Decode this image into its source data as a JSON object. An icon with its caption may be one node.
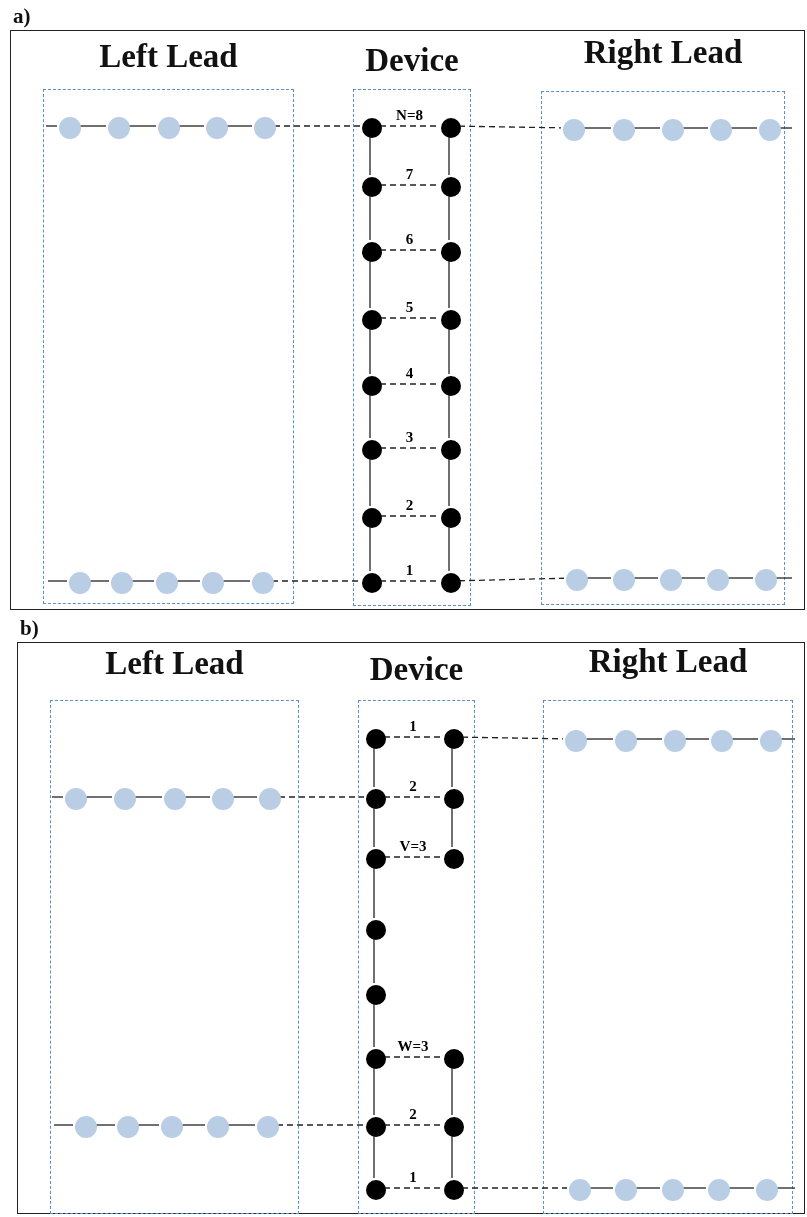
{
  "diagram": {
    "nodes": [
      {
        "text": [
          "a)"
        ]
      },
      {
        "text": [
          "Left Lead"
        ],
        "in": 0
      },
      {
        "text": [
          "Device"
        ],
        "in": 0
      },
      {
        "text": [
          "Right Lead"
        ],
        "in": 0
      },
      {
        "text": [],
        "shape": "circle",
        "in": 1
      },
      {
        "text": [],
        "shape": "circle",
        "in": 1
      },
      {
        "text": [],
        "shape": "circle",
        "in": 1
      },
      {
        "text": [],
        "shape": "circle",
        "in": 1
      },
      {
        "text": [],
        "shape": "circle",
        "in": 1
      },
      {
        "text": [],
        "shape": "circle",
        "in": 1
      },
      {
        "text": [],
        "shape": "circle",
        "in": 1
      },
      {
        "text": [],
        "shape": "circle",
        "in": 1
      },
      {
        "text": [],
        "shape": "circle",
        "in": 1
      },
      {
        "text": [],
        "shape": "circle",
        "in": 1
      },
      {
        "text": [],
        "shape": "circle",
        "in": 2
      },
      {
        "text": [],
        "shape": "circle",
        "in": 2
      },
      {
        "text": [],
        "shape": "circle",
        "in": 2
      },
      {
        "text": [],
        "shape": "circle",
        "in": 2
      },
      {
        "text": [],
        "shape": "circle",
        "in": 2
      },
      {
        "text": [],
        "shape": "circle",
        "in": 2
      },
      {
        "text": [],
        "shape": "circle",
        "in": 2
      },
      {
        "text": [],
        "shape": "circle",
        "in": 2
      },
      {
        "text": [],
        "shape": "circle",
        "in": 2
      },
      {
        "text": [],
        "shape": "circle",
        "in": 2
      },
      {
        "text": [],
        "shape": "circle",
        "in": 2
      },
      {
        "text": [],
        "shape": "circle",
        "in": 2
      },
      {
        "text": [],
        "shape": "circle",
        "in": 2
      },
      {
        "text": [],
        "shape": "circle",
        "in": 2
      },
      {
        "text": [],
        "shape": "circle",
        "in": 2
      },
      {
        "text": [],
        "shape": "circle",
        "in": 2
      },
      {
        "text": [],
        "shape": "circle",
        "in": 3
      },
      {
        "text": [],
        "shape": "circle",
        "in": 3
      },
      {
        "text": [],
        "shape": "circle",
        "in": 3
      },
      {
        "text": [],
        "shape": "circle",
        "in": 3
      },
      {
        "text": [],
        "shape": "circle",
        "in": 3
      },
      {
        "text": [],
        "shape": "circle",
        "in": 3
      },
      {
        "text": [],
        "shape": "circle",
        "in": 3
      },
      {
        "text": [],
        "shape": "circle",
        "in": 3
      },
      {
        "text": [],
        "shape": "circle",
        "in": 3
      },
      {
        "text": [],
        "shape": "circle",
        "in": 3
      },
      {
        "text": [
          "b)"
        ]
      },
      {
        "text": [
          "Left Lead"
        ],
        "in": 40
      },
      {
        "text": [
          "Device"
        ],
        "in": 40
      },
      {
        "text": [
          "Right Lead"
        ],
        "in": 40
      },
      {
        "text": [],
        "shape": "circle",
        "in": 41
      },
      {
        "text": [],
        "shape": "circle",
        "in": 41
      },
      {
        "text": [],
        "shape": "circle",
        "in": 41
      },
      {
        "text": [],
        "shape": "circle",
        "in": 41
      },
      {
        "text": [],
        "shape": "circle",
        "in": 41
      },
      {
        "text": [],
        "shape": "circle",
        "in": 41
      },
      {
        "text": [],
        "shape": "circle",
        "in": 41
      },
      {
        "text": [],
        "shape": "circle",
        "in": 41
      },
      {
        "text": [],
        "shape": "circle",
        "in": 41
      },
      {
        "text": [],
        "shape": "circle",
        "in": 41
      },
      {
        "text": [],
        "shape": "circle",
        "in": 42
      },
      {
        "text": [],
        "shape": "circle",
        "in": 42
      },
      {
        "text": [],
        "shape": "circle",
        "in": 42
      },
      {
        "text": [],
        "shape": "circle",
        "in": 42
      },
      {
        "text": [],
        "shape": "circle",
        "in": 42
      },
      {
        "text": [],
        "shape": "circle",
        "in": 42
      },
      {
        "text": [],
        "shape": "circle",
        "in": 42
      },
      {
        "text": [],
        "shape": "circle",
        "in": 42
      },
      {
        "text": [],
        "shape": "circle",
        "in": 42
      },
      {
        "text": [],
        "shape": "circle",
        "in": 42
      },
      {
        "text": [],
        "shape": "circle",
        "in": 42
      },
      {
        "text": [],
        "shape": "circle",
        "in": 42
      },
      {
        "text": [],
        "shape": "circle",
        "in": 42
      },
      {
        "text": [],
        "shape": "circle",
        "in": 42
      },
      {
        "text": [],
        "shape": "circle",
        "in": 43
      },
      {
        "text": [],
        "shape": "circle",
        "in": 43
      },
      {
        "text": [],
        "shape": "circle",
        "in": 43
      },
      {
        "text": [],
        "shape": "circle",
        "in": 43
      },
      {
        "text": [],
        "shape": "circle",
        "in": 43
      },
      {
        "text": [],
        "shape": "circle",
        "in": 43
      },
      {
        "text": [],
        "shape": "circle",
        "in": 43
      },
      {
        "text": [],
        "shape": "circle",
        "in": 43
      },
      {
        "text": [],
        "shape": "circle",
        "in": 43
      },
      {
        "text": [],
        "shape": "circle",
        "in": 43
      }
    ],
    "edges": [
      {
        "from": null,
        "to": 4,
        "arrow": "none"
      },
      {
        "from": 4,
        "to": 5,
        "arrow": "none"
      },
      {
        "from": 5,
        "to": 6,
        "arrow": "none"
      },
      {
        "from": 6,
        "to": 7,
        "arrow": "none"
      },
      {
        "from": 7,
        "to": 8,
        "arrow": "none"
      },
      {
        "from": 8,
        "to": 14,
        "arrow": "none",
        "style": "dashed"
      },
      {
        "from": 14,
        "to": 15,
        "arrow": "none",
        "style": "dashed",
        "label": "N=8"
      },
      {
        "from": 16,
        "to": 17,
        "arrow": "none",
        "style": "dashed",
        "label": "7"
      },
      {
        "from": 18,
        "to": 19,
        "arrow": "none",
        "style": "dashed",
        "label": "6"
      },
      {
        "from": 20,
        "to": 21,
        "arrow": "none",
        "style": "dashed",
        "label": "5"
      },
      {
        "from": 22,
        "to": 23,
        "arrow": "none",
        "style": "dashed",
        "label": "4"
      },
      {
        "from": 24,
        "to": 25,
        "arrow": "none",
        "style": "dashed",
        "label": "3"
      },
      {
        "from": 26,
        "to": 27,
        "arrow": "none",
        "style": "dashed",
        "label": "2"
      },
      {
        "from": 28,
        "to": 29,
        "arrow": "none",
        "style": "dashed",
        "label": "1"
      },
      {
        "from": 14,
        "to": 16,
        "arrow": "none"
      },
      {
        "from": 16,
        "to": 18,
        "arrow": "none"
      },
      {
        "from": 18,
        "to": 20,
        "arrow": "none"
      },
      {
        "from": 20,
        "to": 22,
        "arrow": "none"
      },
      {
        "from": 22,
        "to": 24,
        "arrow": "none"
      },
      {
        "from": 24,
        "to": 26,
        "arrow": "none"
      },
      {
        "from": 26,
        "to": 28,
        "arrow": "none"
      },
      {
        "from": 15,
        "to": 17,
        "arrow": "none"
      },
      {
        "from": 17,
        "to": 19,
        "arrow": "none"
      },
      {
        "from": 19,
        "to": 21,
        "arrow": "none"
      },
      {
        "from": 21,
        "to": 23,
        "arrow": "none"
      },
      {
        "from": 23,
        "to": 25,
        "arrow": "none"
      },
      {
        "from": 25,
        "to": 27,
        "arrow": "none"
      },
      {
        "from": 27,
        "to": 29,
        "arrow": "none"
      },
      {
        "from": 15,
        "to": 30,
        "arrow": "none",
        "style": "dashed"
      },
      {
        "from": 30,
        "to": 31,
        "arrow": "none"
      },
      {
        "from": 31,
        "to": 32,
        "arrow": "none"
      },
      {
        "from": 32,
        "to": 33,
        "arrow": "none"
      },
      {
        "from": 33,
        "to": 34,
        "arrow": "none"
      },
      {
        "from": 34,
        "to": null,
        "arrow": "none"
      },
      {
        "from": null,
        "to": 9,
        "arrow": "none"
      },
      {
        "from": 9,
        "to": 10,
        "arrow": "none"
      },
      {
        "from": 10,
        "to": 11,
        "arrow": "none"
      },
      {
        "from": 11,
        "to": 12,
        "arrow": "none"
      },
      {
        "from": 12,
        "to": 13,
        "arrow": "none"
      },
      {
        "from": 13,
        "to": 28,
        "arrow": "none",
        "style": "dashed"
      },
      {
        "from": 29,
        "to": 35,
        "arrow": "none",
        "style": "dashed"
      },
      {
        "from": 35,
        "to": 36,
        "arrow": "none"
      },
      {
        "from": 36,
        "to": 37,
        "arrow": "none"
      },
      {
        "from": 37,
        "to": 38,
        "arrow": "none"
      },
      {
        "from": 38,
        "to": 39,
        "arrow": "none"
      },
      {
        "from": 39,
        "to": null,
        "arrow": "none"
      },
      {
        "from": 54,
        "to": 56,
        "arrow": "none"
      },
      {
        "from": 56,
        "to": 58,
        "arrow": "none"
      },
      {
        "from": 58,
        "to": 60,
        "arrow": "none"
      },
      {
        "from": 60,
        "to": 61,
        "arrow": "none"
      },
      {
        "from": 61,
        "to": 62,
        "arrow": "none"
      },
      {
        "from": 62,
        "to": 64,
        "arrow": "none"
      },
      {
        "from": 64,
        "to": 66,
        "arrow": "none"
      },
      {
        "from": 55,
        "to": 57,
        "arrow": "none"
      },
      {
        "from": 57,
        "to": 59,
        "arrow": "none"
      },
      {
        "from": 63,
        "to": 65,
        "arrow": "none"
      },
      {
        "from": 65,
        "to": 67,
        "arrow": "none"
      },
      {
        "from": 54,
        "to": 55,
        "arrow": "none",
        "style": "dashed",
        "label": "1"
      },
      {
        "from": 56,
        "to": 57,
        "arrow": "none",
        "style": "dashed",
        "label": "2"
      },
      {
        "from": 58,
        "to": 59,
        "arrow": "none",
        "style": "dashed",
        "label": "V=3"
      },
      {
        "from": 62,
        "to": 63,
        "arrow": "none",
        "style": "dashed",
        "label": "W=3"
      },
      {
        "from": 64,
        "to": 65,
        "arrow": "none",
        "style": "dashed",
        "label": "2"
      },
      {
        "from": 66,
        "to": 67,
        "arrow": "none",
        "style": "dashed",
        "label": "1"
      },
      {
        "from": null,
        "to": 44,
        "arrow": "none"
      },
      {
        "from": 44,
        "to": 45,
        "arrow": "none"
      },
      {
        "from": 45,
        "to": 46,
        "arrow": "none"
      },
      {
        "from": 46,
        "to": 47,
        "arrow": "none"
      },
      {
        "from": 47,
        "to": 48,
        "arrow": "none"
      },
      {
        "from": 48,
        "to": 56,
        "arrow": "none",
        "style": "dashed"
      },
      {
        "from": null,
        "to": 49,
        "arrow": "none"
      },
      {
        "from": 49,
        "to": 50,
        "arrow": "none"
      },
      {
        "from": 50,
        "to": 51,
        "arrow": "none"
      },
      {
        "from": 51,
        "to": 52,
        "arrow": "none"
      },
      {
        "from": 52,
        "to": 53,
        "arrow": "none"
      },
      {
        "from": 53,
        "to": 64,
        "arrow": "none",
        "style": "dashed"
      },
      {
        "from": 55,
        "to": 68,
        "arrow": "none",
        "style": "dashed"
      },
      {
        "from": 68,
        "to": 69,
        "arrow": "none"
      },
      {
        "from": 69,
        "to": 70,
        "arrow": "none"
      },
      {
        "from": 70,
        "to": 71,
        "arrow": "none"
      },
      {
        "from": 71,
        "to": 72,
        "arrow": "none"
      },
      {
        "from": 72,
        "to": null,
        "arrow": "none"
      },
      {
        "from": 67,
        "to": 73,
        "arrow": "none",
        "style": "dashed"
      },
      {
        "from": 73,
        "to": 74,
        "arrow": "none"
      },
      {
        "from": 74,
        "to": 75,
        "arrow": "none"
      },
      {
        "from": 75,
        "to": 76,
        "arrow": "none"
      },
      {
        "from": 76,
        "to": 77,
        "arrow": "none"
      },
      {
        "from": 77,
        "to": null,
        "arrow": "none"
      }
    ]
  }
}
